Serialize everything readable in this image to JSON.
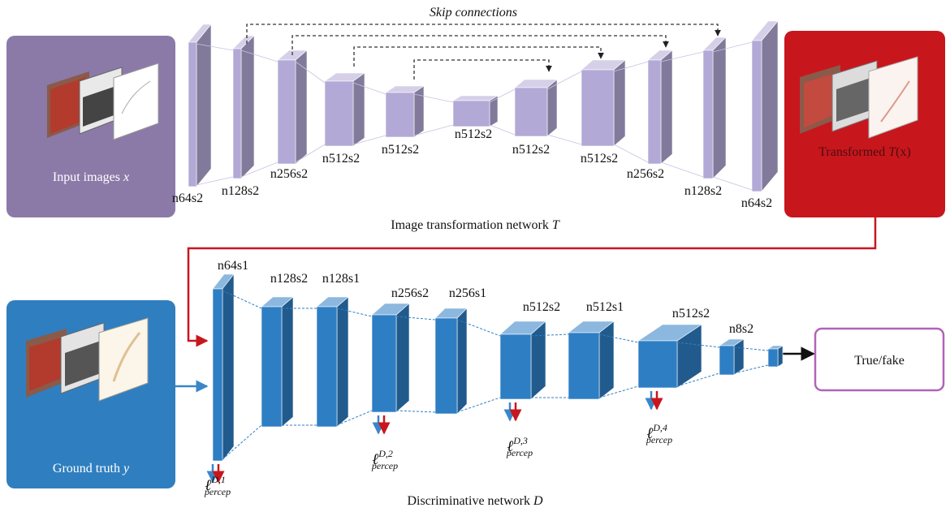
{
  "skip_title": "Skip connections",
  "input_box": {
    "label_prefix": "Input images ",
    "label_var": "x",
    "color": "#8b7aa8"
  },
  "transformed_box": {
    "label_prefix": "Transformed ",
    "label_var": "T",
    "label_suffix": "(x)",
    "color": "#c8161d"
  },
  "ground_box": {
    "label_prefix": "Ground truth ",
    "label_var": "y",
    "color": "#2f7fc0"
  },
  "output_box": {
    "label": "True/fake",
    "border_color": "#b064b8"
  },
  "generator": {
    "caption_prefix": "Image transformation network ",
    "caption_var": "T",
    "color": "#b3a9d6",
    "layers": [
      "n64s2",
      "n128s2",
      "n256s2",
      "n512s2",
      "n512s2",
      "n512s2",
      "n512s2",
      "n512s2",
      "n256s2",
      "n128s2",
      "n64s2"
    ]
  },
  "discriminator": {
    "caption_prefix": "Discriminative network ",
    "caption_var": "D",
    "color": "#2e7ec4",
    "layers": [
      "n64s1",
      "n128s2",
      "n128s1",
      "n256s2",
      "n256s1",
      "n512s2",
      "n512s1",
      "n512s2",
      "n8s2"
    ],
    "losses": [
      {
        "base": "ℓ",
        "sup": "D,1",
        "sub": "percep"
      },
      {
        "base": "ℓ",
        "sup": "D,2",
        "sub": "percep"
      },
      {
        "base": "ℓ",
        "sup": "D,3",
        "sub": "percep"
      },
      {
        "base": "ℓ",
        "sup": "D,4",
        "sub": "percep"
      }
    ]
  },
  "colors": {
    "loss_blue": "#3a86c8",
    "loss_red": "#c8161d",
    "connector_red": "#c8161d"
  }
}
